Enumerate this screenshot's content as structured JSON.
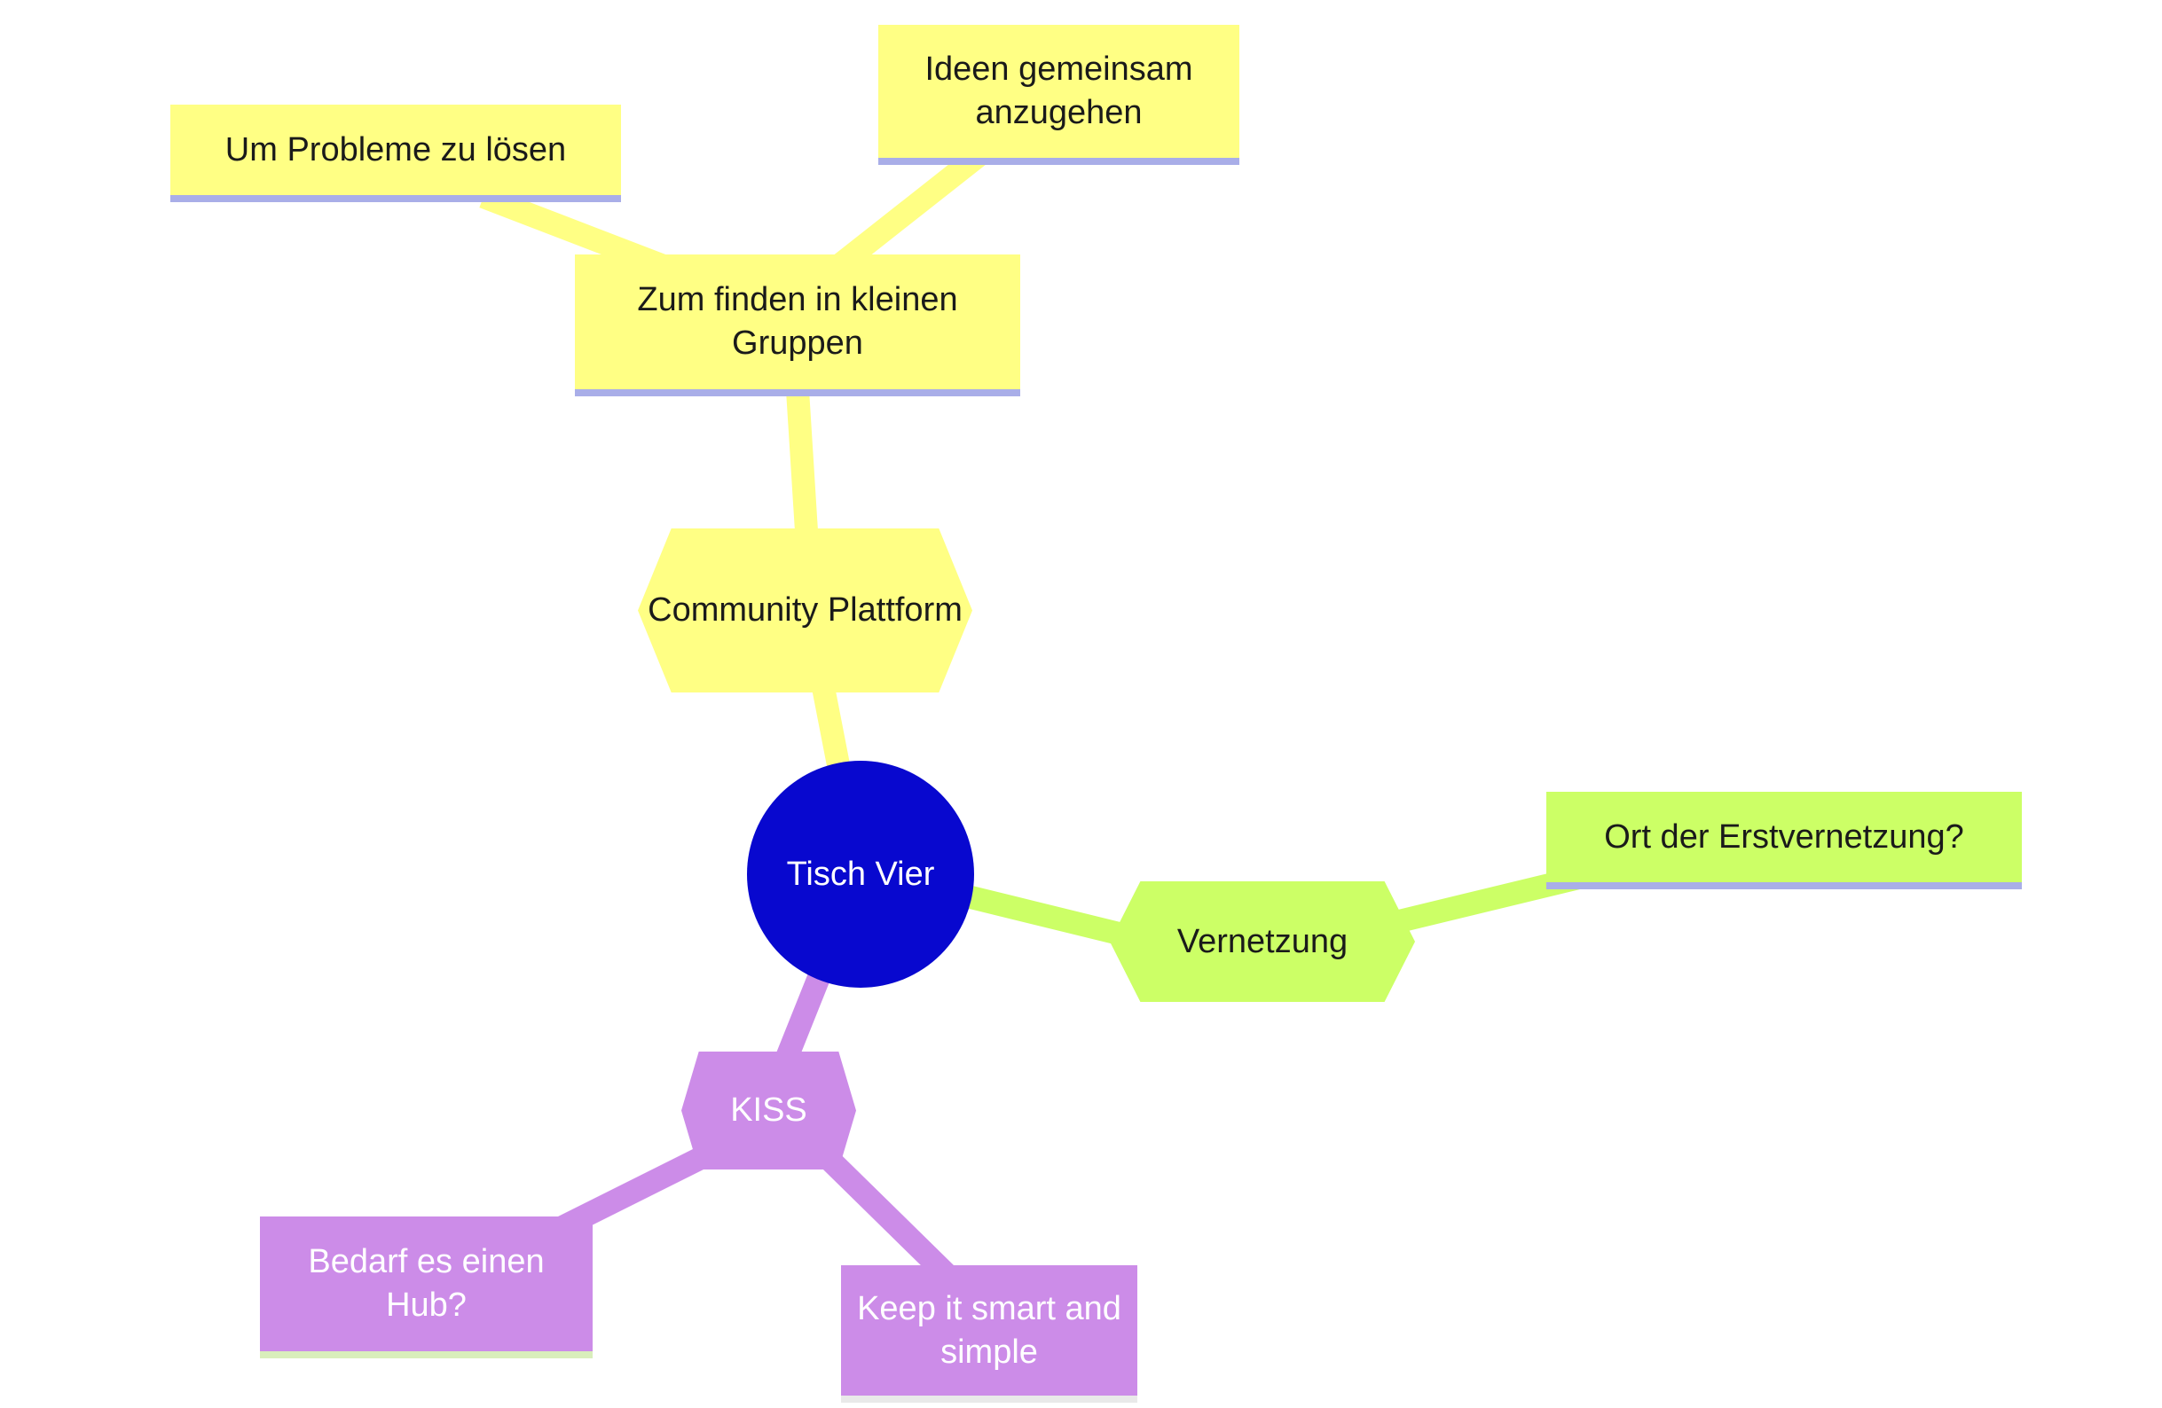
{
  "diagram": {
    "type": "mindmap",
    "background": "#ffffff"
  },
  "palette": {
    "yellow_branch": "#ffff84",
    "green_branch": "#ccff66",
    "purple_branch": "#cc8ce8",
    "center_blue": "#0808cf",
    "underline_lavender": "#a9aee8",
    "underline_green": "#d9eebb",
    "underline_gray": "#e9e9e9",
    "text_dark": "#1a1a1a",
    "text_light": "#ffffff"
  },
  "nodes": {
    "center": {
      "label": "Tisch Vier",
      "shape": "circle",
      "color": "#0808cf"
    },
    "community": {
      "label": "Community Plattform",
      "shape": "hexagon",
      "color": "#ffff84"
    },
    "zum_finden": {
      "label": "Zum finden in kleinen Gruppen",
      "shape": "rect",
      "color": "#ffff84"
    },
    "um_probleme": {
      "label": "Um Probleme zu lösen",
      "shape": "rect",
      "color": "#ffff84"
    },
    "ideen": {
      "label": "Ideen gemeinsam anzugehen",
      "shape": "rect",
      "color": "#ffff84"
    },
    "vernetzung": {
      "label": "Vernetzung",
      "shape": "hexagon",
      "color": "#ccff66"
    },
    "ort": {
      "label": "Ort der Erstvernetzung?",
      "shape": "rect",
      "color": "#ccff66"
    },
    "kiss": {
      "label": "KISS",
      "shape": "hexagon",
      "color": "#cc8ce8"
    },
    "bedarf": {
      "label": "Bedarf es einen Hub?",
      "shape": "rect",
      "color": "#cc8ce8"
    },
    "keep": {
      "label": "Keep it smart and simple",
      "shape": "rect",
      "color": "#cc8ce8"
    }
  },
  "edges": [
    {
      "from": "um_probleme",
      "to": "zum_finden",
      "color": "#ffff84"
    },
    {
      "from": "ideen",
      "to": "zum_finden",
      "color": "#ffff84"
    },
    {
      "from": "zum_finden",
      "to": "community",
      "color": "#ffff84"
    },
    {
      "from": "community",
      "to": "center",
      "color": "#ffff84"
    },
    {
      "from": "center",
      "to": "vernetzung",
      "color": "#ccff66"
    },
    {
      "from": "vernetzung",
      "to": "ort",
      "color": "#ccff66"
    },
    {
      "from": "center",
      "to": "kiss",
      "color": "#cc8ce8"
    },
    {
      "from": "kiss",
      "to": "bedarf",
      "color": "#cc8ce8"
    },
    {
      "from": "kiss",
      "to": "keep",
      "color": "#cc8ce8"
    }
  ]
}
